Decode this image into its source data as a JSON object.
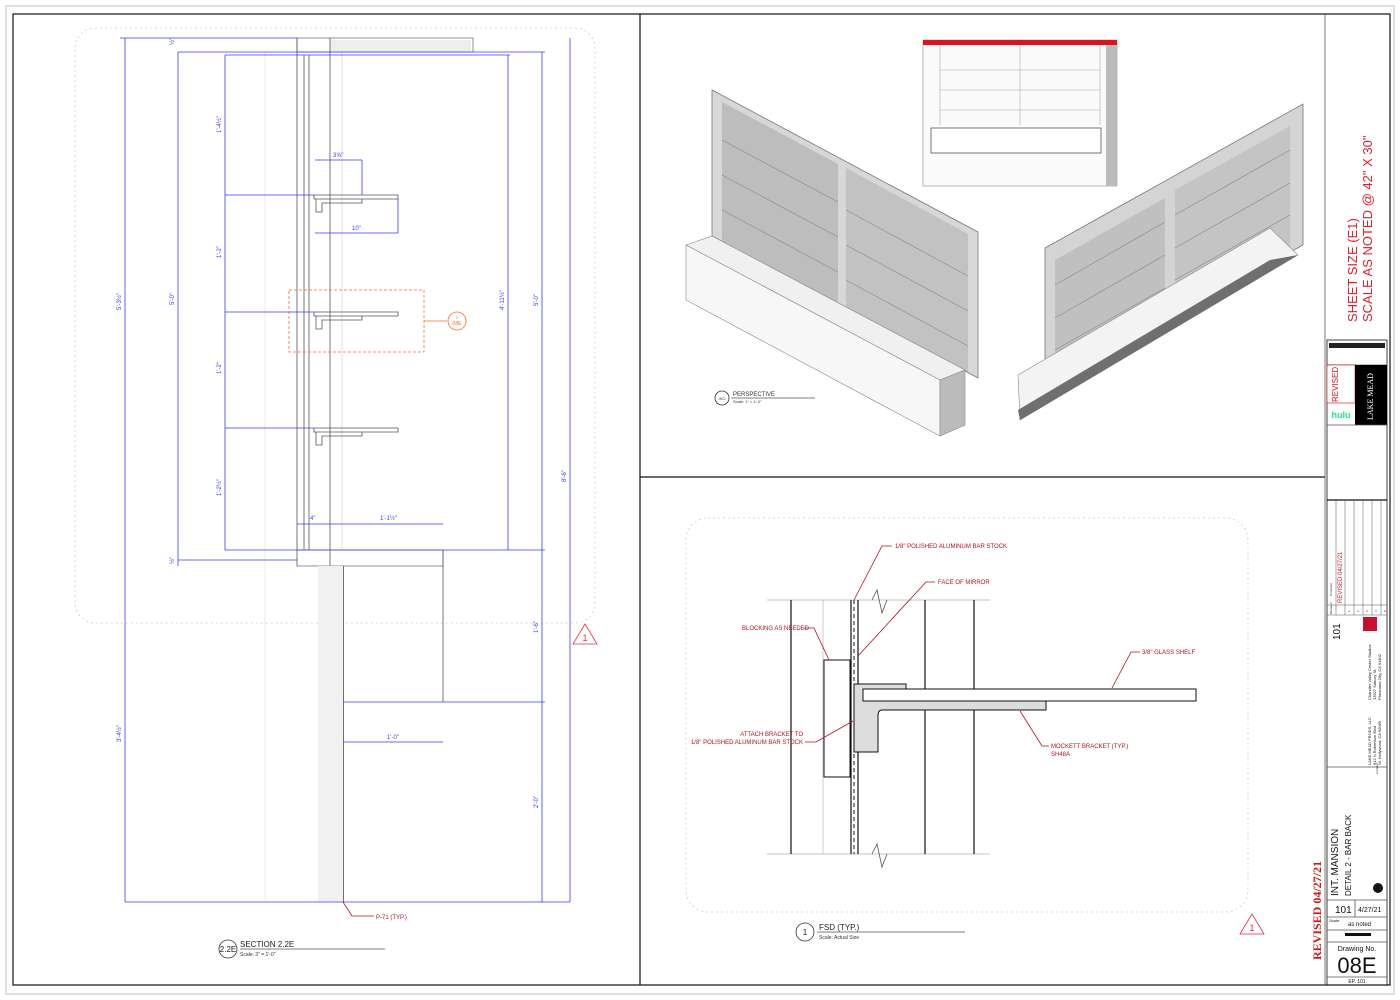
{
  "sheet": {
    "size_line1": "SHEET SIZE (E1)",
    "size_line2": "SCALE AS NOTED @ 42\" X 30\"",
    "revised_side": "REVISED 04/27/21",
    "revision_marker": "1"
  },
  "section": {
    "tag": "2.2E",
    "title": "SECTION 2.2E",
    "scale": "Scale: 3\" = 1'-0\"",
    "callout_number": "1",
    "callout_sheet": "08E",
    "material_note": "P-71 (TYP.)",
    "dims": {
      "top": "½\"",
      "overall_left": "5'-3½\"",
      "overall": "5'-0\"",
      "d1": "1'-4½\"",
      "bracket": "3⅝\"",
      "shelf": "10\"",
      "d2": "1'-2\"",
      "d3": "1'-2\"",
      "d4": "1'-2½\"",
      "right1": "4'-11½\"",
      "right2": "5'-0\"",
      "right3": "8'-6\"",
      "bottom_small": "½\"",
      "w4": "4\"",
      "w11": "1'-1½\"",
      "counter_h": "1'-6\"",
      "lower_left": "3'-4½\"",
      "counter_w": "1'-0\"",
      "lower_right": "2'-0\""
    }
  },
  "perspective": {
    "tag": "ISO",
    "title": "PERSPECTIVE",
    "scale": "Scale: 1\" = 1'-0\""
  },
  "detail": {
    "tag": "1",
    "title": "FSD (TYP.)",
    "scale": "Scale: Actual Size",
    "notes": {
      "bar_stock": "1/8\" POLISHED ALUMINUM BAR STOCK",
      "mirror": "FACE OF MIRROR",
      "blocking": "BLOCKING AS NEEDED",
      "glass": "3/8\" GLASS SHELF",
      "attach1": "ATTACH BRACKET TO",
      "attach2": "1/8\" POLISHED ALUMINUM BAR STOCK",
      "bracket1": "MOCKETT BRACKET (TYP.)",
      "bracket2": "SH48A"
    }
  },
  "title_block": {
    "revised": "REVISED",
    "brand": "hulu",
    "company": "LAKE MEAD",
    "set_number": "101",
    "revision_col": "Revision",
    "comment_col": "Comment",
    "revision_rows": [
      "1",
      "2",
      "3",
      "4",
      "5"
    ],
    "revision_comment": "REVISED 04/27/21",
    "location_label": "Location",
    "address1": "LAKE MEAD PRODS, LLC",
    "address2": "912 N Robertson Blvd",
    "address3": "W. Hollywood, CA 90069",
    "studio1": "Chandler Valley Center Studios",
    "studio2": "13927 Saticoy St.",
    "studio3": "Panorama City, CA 91402",
    "set_name": "INT. MANSION",
    "detail_name": "DETAIL 2 - BAR BACK",
    "set_no": "101",
    "date": "4/27/21",
    "scale_label": "Scale:",
    "scale_value": "as noted",
    "drawing_no_label": "Drawing No.",
    "drawing_no": "08E",
    "ep": "EP. 101",
    "accent": "#b0141c",
    "brand_color": "#1ce783"
  }
}
